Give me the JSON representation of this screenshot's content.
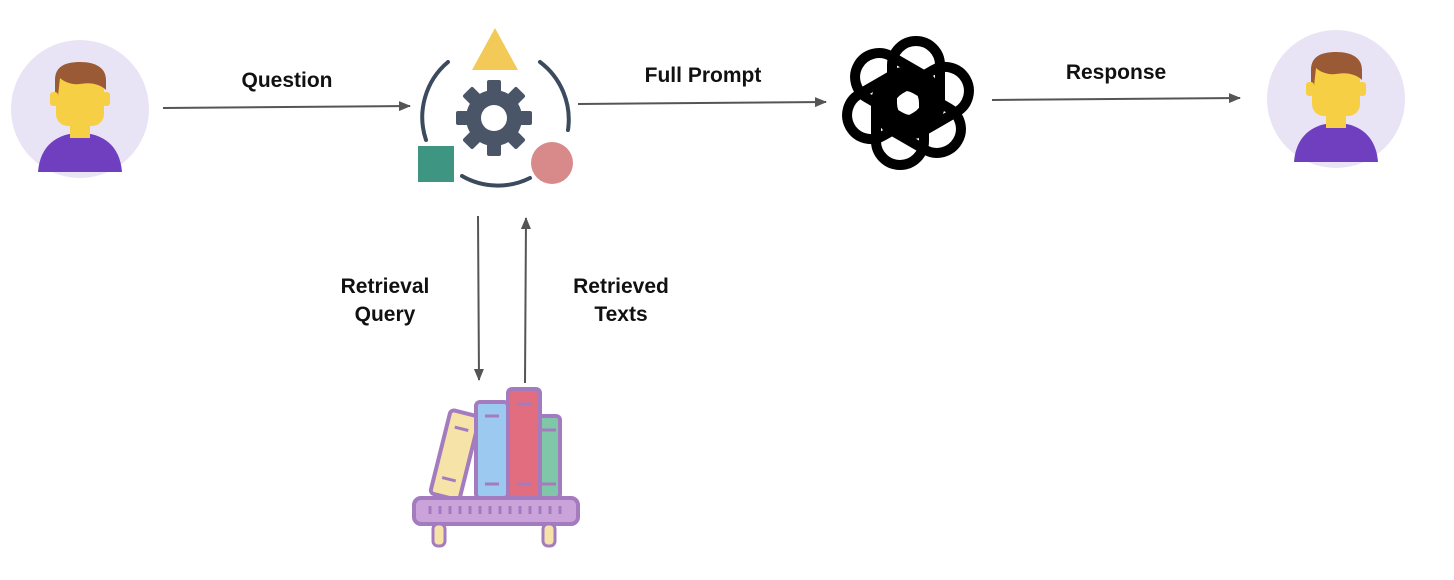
{
  "labels": {
    "question": "Question",
    "full_prompt": "Full Prompt",
    "response": "Response",
    "retrieval_query": [
      "Retrieval",
      "Query"
    ],
    "retrieved_texts": [
      "Retrieved",
      "Texts"
    ]
  },
  "icons": {
    "user_left": "user-avatar-icon",
    "orchestrator": "gear-shapes-icon",
    "llm": "openai-logo-icon",
    "user_right": "user-avatar-icon",
    "knowledge_base": "bookshelf-icon"
  },
  "colors": {
    "avatar_bg": "#e9e4f5",
    "skin": "#f6cf45",
    "hair": "#9a5a35",
    "shirt": "#6f3fbf",
    "gear": "#4a5568",
    "ring": "#3c4a5e",
    "triangle": "#f3ca58",
    "square": "#3e9582",
    "circle": "#d88a8a",
    "arrow": "#555555",
    "book_yellow": "#f5e3a8",
    "book_blue": "#9bc9ef",
    "book_red": "#e26d7e",
    "book_green": "#7fc7a8",
    "shelf": "#c9a3d9",
    "book_outline": "#a57bbf"
  }
}
